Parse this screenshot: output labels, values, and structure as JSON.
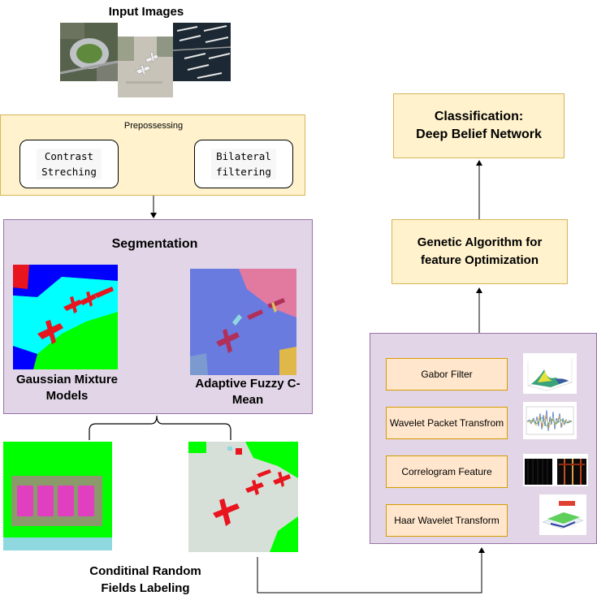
{
  "input": {
    "title": "Input Images"
  },
  "preprocessing": {
    "title": "Prepossessing",
    "contrast_line1": "Contrast",
    "contrast_line2": "Streching",
    "bilateral_line1": "Bilateral",
    "bilateral_line2": "filtering"
  },
  "segmentation": {
    "title": "Segmentation",
    "gmm_line1": "Gaussian Mixture",
    "gmm_line2": "Models",
    "afcm_line1": "Adaptive Fuzzy C-",
    "afcm_line2": "Mean"
  },
  "crf": {
    "line1": "Conditinal Random",
    "line2": "Fields Labeling"
  },
  "features": {
    "items": [
      "Gabor Filter",
      "Wavelet Packet Transfrom",
      "Correlogram Feature",
      "Haar Wavelet Transform"
    ]
  },
  "genetic": {
    "line1": "Genetic Algorithm for",
    "line2": "feature Optimization"
  },
  "classification": {
    "line1": "Classification:",
    "line2": "Deep Belief Network"
  },
  "colors": {
    "yellow_fill": "#fff2cc",
    "yellow_border": "#d6b656",
    "purple_fill": "#e1d5e7",
    "purple_border": "#9673a6",
    "peach_fill": "#ffe6cc",
    "peach_border": "#d79b00",
    "seg_red": "#e8141e",
    "seg_green": "#00ff00",
    "seg_blue": "#0000ff",
    "seg_cyan": "#00ffff"
  }
}
